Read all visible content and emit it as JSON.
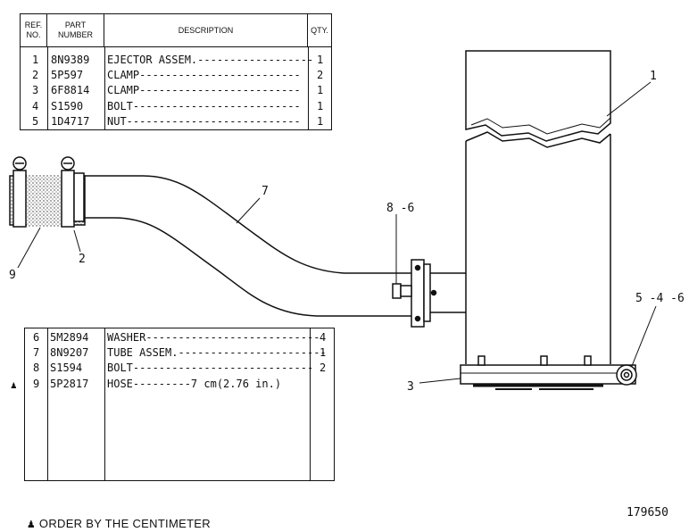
{
  "parts_table_top": {
    "headers": {
      "ref": "REF.\nNO.",
      "part": "PART\nNUMBER",
      "desc": "DESCRIPTION",
      "qty": "QTY."
    },
    "rows": [
      {
        "ref": "1",
        "part": "8N9389",
        "desc": "EJECTOR ASSEM.------------------",
        "qty": "1"
      },
      {
        "ref": "2",
        "part": "5P597",
        "desc": "CLAMP-------------------------",
        "qty": "2"
      },
      {
        "ref": "3",
        "part": "6F8814",
        "desc": "CLAMP-------------------------",
        "qty": "1"
      },
      {
        "ref": "4",
        "part": "S1590",
        "desc": "BOLT--------------------------",
        "qty": "1"
      },
      {
        "ref": "5",
        "part": "1D4717",
        "desc": "NUT---------------------------",
        "qty": "1"
      }
    ]
  },
  "parts_table_bottom": {
    "rows": [
      {
        "mark": "",
        "ref": "6",
        "part": "5M2894",
        "desc": "WASHER---------------------------",
        "qty": "4"
      },
      {
        "mark": "",
        "ref": "7",
        "part": "8N9207",
        "desc": "TUBE ASSEM.-----------------------",
        "qty": "1"
      },
      {
        "mark": "",
        "ref": "8",
        "part": "S1594",
        "desc": "BOLT----------------------------",
        "qty": "2"
      },
      {
        "mark": "♟",
        "ref": "9",
        "part": "5P2817",
        "desc": "HOSE---------7 cm(2.76 in.)",
        "qty": ""
      }
    ]
  },
  "callouts": {
    "c1": "1",
    "c2": "2",
    "c3": "3",
    "c7": "7",
    "c9": "9",
    "c86": "8 -6",
    "c546": "5 -4 -6"
  },
  "footnote": {
    "mark": "♟",
    "text": " ORDER BY THE CENTIMETER"
  },
  "figure_number": "179650"
}
